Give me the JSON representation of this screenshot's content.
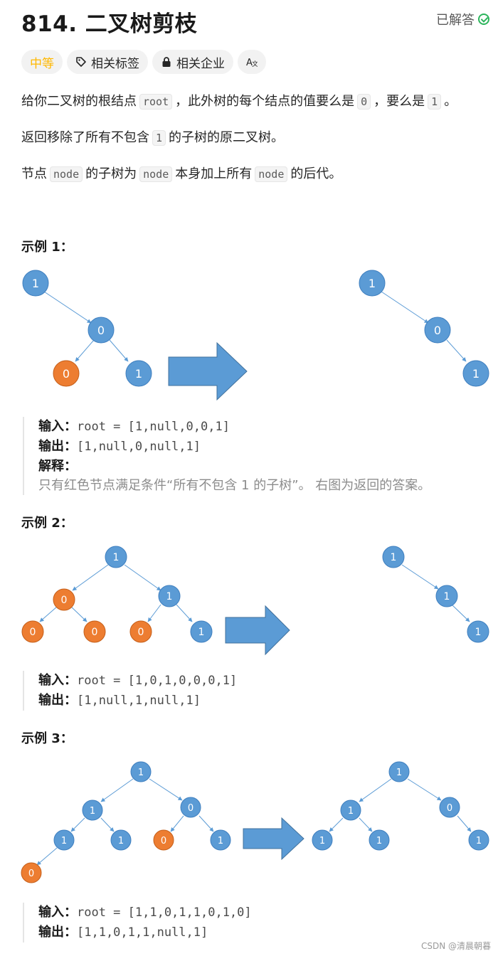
{
  "problem": {
    "title": "814. 二叉树剪枝",
    "solved_label": "已解答"
  },
  "tags": {
    "difficulty": "中等",
    "topics": "相关标签",
    "companies": "相关企业",
    "translate_icon": "translate-icon"
  },
  "description": {
    "p1_a": "给你二叉树的根结点",
    "p1_code1": "root",
    "p1_b": "，此外树的每个结点的值要么是",
    "p1_code2": "0",
    "p1_c": "，要么是",
    "p1_code3": "1",
    "p1_d": "。",
    "p2_a": "返回移除了所有不包含",
    "p2_code": "1",
    "p2_b": "的子树的原二叉树。",
    "p3_a": "节点",
    "p3_code1": "node",
    "p3_b": "的子树为",
    "p3_code2": "node",
    "p3_c": "本身加上所有",
    "p3_code3": "node",
    "p3_d": "的后代。"
  },
  "examples": [
    {
      "heading": "示例 1：",
      "input_label": "输入：",
      "input_value": "root = [1,null,0,0,1]",
      "output_label": "输出：",
      "output_value": "[1,null,0,null,1]",
      "explain_label": "解释：",
      "explain_text": "只有红色节点满足条件“所有不包含 1 的子树”。 右图为返回的答案。"
    },
    {
      "heading": "示例 2：",
      "input_label": "输入：",
      "input_value": "root = [1,0,1,0,0,0,1]",
      "output_label": "输出：",
      "output_value": "[1,null,1,null,1]"
    },
    {
      "heading": "示例 3：",
      "input_label": "输入：",
      "input_value": "root = [1,1,0,1,1,0,1,0]",
      "output_label": "输出：",
      "output_value": "[1,1,0,1,1,null,1]"
    }
  ],
  "colors": {
    "node_blue": "#5b9bd5",
    "node_orange": "#ed7d31",
    "arrow_blue": "#5b9bd5",
    "solved_green": "#2db55d",
    "difficulty_yellow": "#ffb800"
  },
  "watermark": "CSDN @清晨朝暮"
}
